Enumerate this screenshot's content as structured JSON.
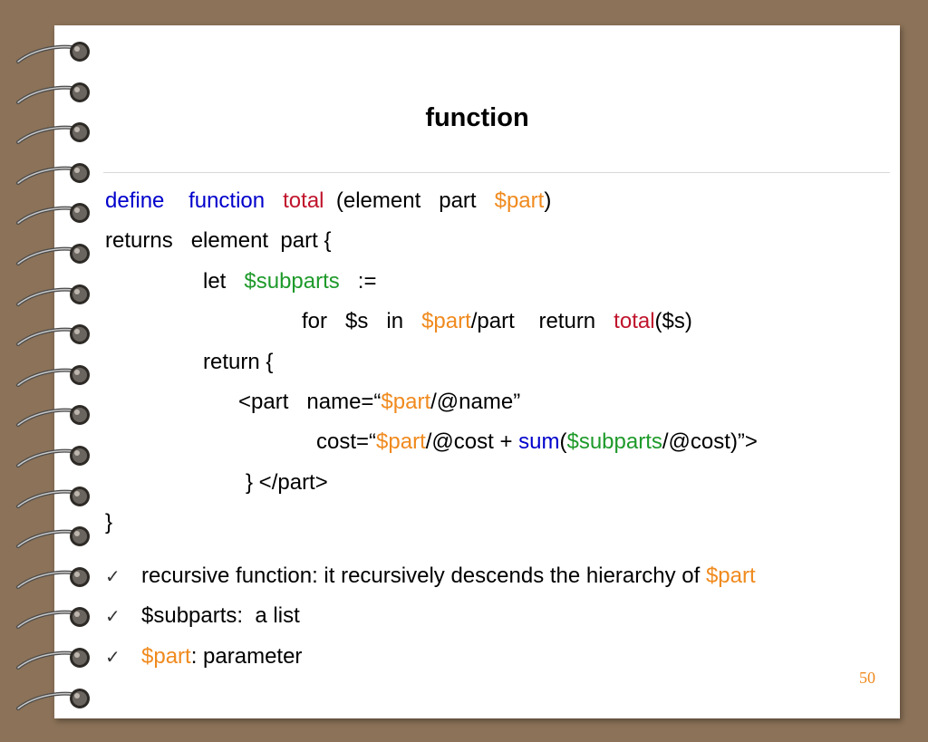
{
  "slide": {
    "title": "function",
    "page_number": "50"
  },
  "code": {
    "l1": {
      "a": "define",
      "b": "function",
      "c": "total",
      "d": "(element   part",
      "e": "$part",
      "f": ")"
    },
    "l2": {
      "a": "returns   element  part {"
    },
    "l3": {
      "a": "let",
      "b": "$subparts",
      "c": ":="
    },
    "l4": {
      "a": "for   $s   in",
      "b": "$part",
      "c": "/part    return",
      "d": "total",
      "e": "($s)"
    },
    "l5": {
      "a": "return {"
    },
    "l6": {
      "a": "<part   name=“",
      "b": "$part",
      "c": "/@name”"
    },
    "l7": {
      "a": "cost=“",
      "b": "$part",
      "c": "/@cost + ",
      "d": "sum",
      "e": "(",
      "f": "$subparts",
      "g": "/@cost)”>"
    },
    "l8": {
      "a": "} </part>"
    },
    "l9": {
      "a": "}"
    }
  },
  "bullets": [
    {
      "text": "recursive function: it recursively descends the hierarchy of ",
      "var": "$part"
    },
    {
      "text": "$subparts:  a list"
    },
    {
      "var": "$part",
      "text": ": parameter"
    }
  ],
  "check_icon": "✓",
  "colors": {
    "keyword": "#0000cc",
    "function_name": "#c0142c",
    "variable": "#f08a1e",
    "subparts": "#1e9a2a",
    "background": "#8b7258"
  }
}
